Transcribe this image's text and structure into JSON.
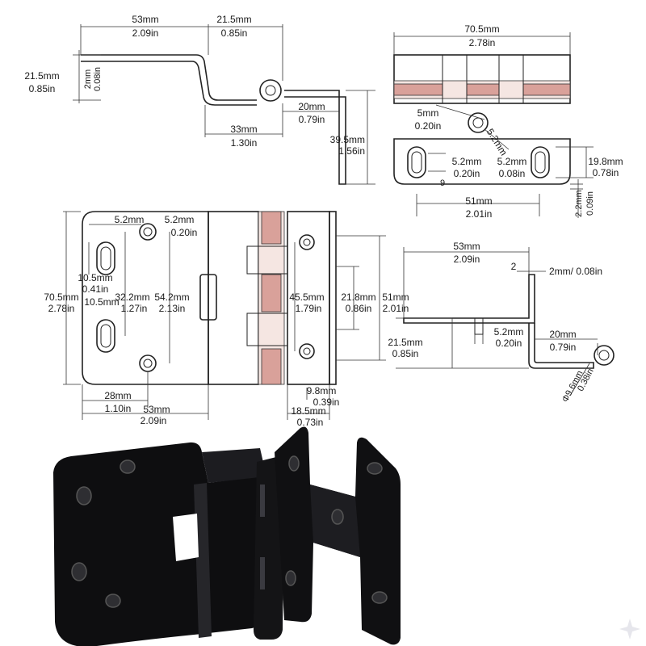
{
  "drawing": {
    "top_left_view": {
      "width_53": [
        "53mm",
        "2.09in"
      ],
      "width_215_top": [
        "21.5mm",
        "0.85in"
      ],
      "height_215_left": [
        "21.5mm",
        "0.85in"
      ],
      "thickness_2": [
        "2mm",
        "0.08in"
      ],
      "len_20": [
        "20mm",
        "0.79in"
      ],
      "len_33": [
        "33mm",
        "1.30in"
      ],
      "height_395": [
        "39.5mm",
        "1.56in"
      ]
    },
    "top_right_view": {
      "width_705": [
        "70.5mm",
        "2.78in"
      ],
      "hole_5": [
        "5mm",
        "0.20in"
      ],
      "dia_52_a": [
        "5.2mm",
        "0.20in"
      ],
      "dia_52_b": [
        "5.2mm",
        "0.08in"
      ],
      "dia_52_diag": "5.2mm",
      "height_198": [
        "19.8mm",
        "0.78in"
      ],
      "span_51": [
        "51mm",
        "2.01in"
      ],
      "thick_22": [
        "2.2mm",
        "0.09in"
      ],
      "tick_9": "9"
    },
    "middle_front_view": {
      "slot_52": "5.2mm",
      "hole_52": [
        "5.2mm",
        "0.20in"
      ],
      "slot_105_a": [
        "10.5mm",
        "0.41in"
      ],
      "slot_105_b": "10.5mm",
      "height_705": [
        "70.5mm",
        "2.78in"
      ],
      "span_322": [
        "32.2mm",
        "1.27in"
      ],
      "span_542": [
        "54.2mm",
        "2.13in"
      ],
      "span_455": [
        "45.5mm",
        "1.79in"
      ],
      "span_218": [
        "21.8mm",
        "0.86in"
      ],
      "span_51": [
        "51mm",
        "2.01in"
      ],
      "width_28": [
        "28mm",
        "1.10in"
      ],
      "width_53": [
        "53mm",
        "2.09in"
      ],
      "width_98": [
        "9.8mm",
        "0.39in"
      ],
      "width_185": [
        "18.5mm",
        "0.73in"
      ]
    },
    "middle_right_view": {
      "width_53": [
        "53mm",
        "2.09in"
      ],
      "thick_2": "2",
      "thick_2_label": "2mm/ 0.08in",
      "height_215": [
        "21.5mm",
        "0.85in"
      ],
      "hole_52": [
        "5.2mm",
        "0.20in"
      ],
      "len_20": [
        "20mm",
        "0.79in"
      ],
      "dia_96": [
        "Φ9.6mm",
        "0.38in"
      ]
    }
  }
}
